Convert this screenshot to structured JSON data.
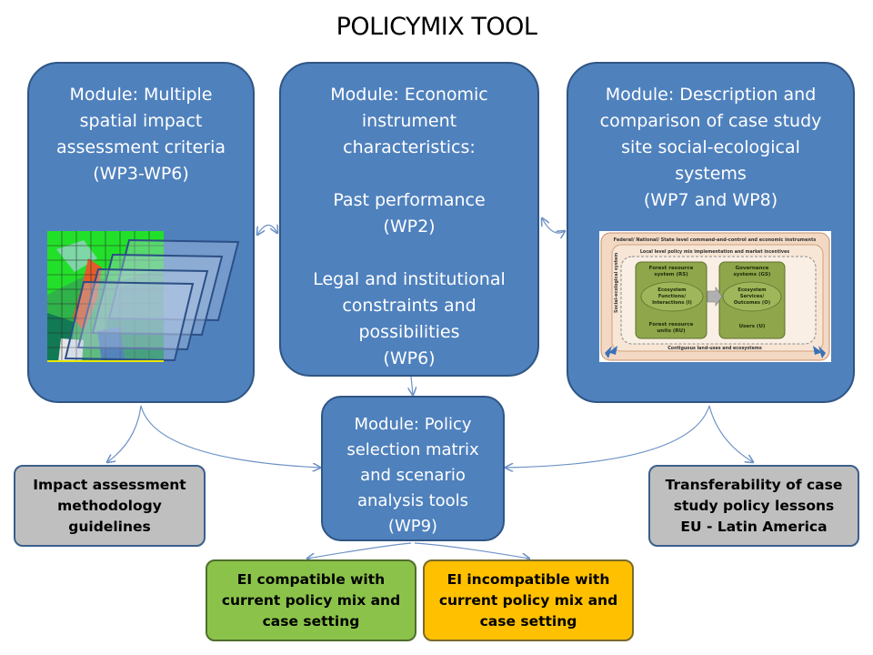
{
  "title": "POLICYMIX TOOL",
  "modules": {
    "criteria": {
      "lines": [
        "Module: Multiple",
        "spatial impact",
        "assessment criteria",
        "(WP3-WP6)"
      ]
    },
    "economic": {
      "lines_a": [
        "Module: Economic",
        "instrument",
        "characteristics:"
      ],
      "lines_b": [
        "Past performance",
        "(WP2)"
      ],
      "lines_c": [
        "Legal and institutional",
        "constraints and",
        "possibilities",
        "(WP6)"
      ]
    },
    "description": {
      "lines": [
        "Module: Description and",
        "comparison of case study",
        "site social-ecological",
        "systems",
        "(WP7 and WP8)"
      ]
    },
    "policy": {
      "lines": [
        "Module: Policy",
        "selection matrix",
        "and scenario",
        "analysis tools",
        "(WP9)"
      ]
    }
  },
  "outputs": {
    "impact": [
      "Impact assessment",
      "methodology",
      "guidelines"
    ],
    "transfer": [
      "Transferability of case",
      "study policy lessons",
      "EU - Latin America"
    ],
    "compatible": [
      "EI compatible  with",
      "current policy mix and",
      "case setting"
    ],
    "incompatible": [
      "EI incompatible  with",
      "current policy mix and",
      "case setting"
    ]
  },
  "ses_diagram": {
    "outer": "Federal/ National/ State level command-and-control and economic instruments",
    "local": "Local level policy mix implementation and market incentives",
    "side": "Social-ecological system",
    "rs": [
      "Forest resource",
      "system (RS)"
    ],
    "gs": [
      "Governance",
      "systems (GS)"
    ],
    "ef": [
      "Ecosystem",
      "Functions/",
      "Interactions (I)"
    ],
    "es": [
      "Ecosystem",
      "Services/",
      "Outcomes (O)"
    ],
    "ru": [
      "Forest resource",
      "units (RU)"
    ],
    "users": "Users (U)",
    "bottom": "Contiguous land-uses and ecosystems"
  },
  "colors": {
    "module_fill": "#4f81bd",
    "module_border": "#2f5584",
    "grey_box": "#bfbfbf",
    "green_box": "#8bc34a",
    "orange_box": "#ffc000",
    "connector": "#6d92c6"
  }
}
